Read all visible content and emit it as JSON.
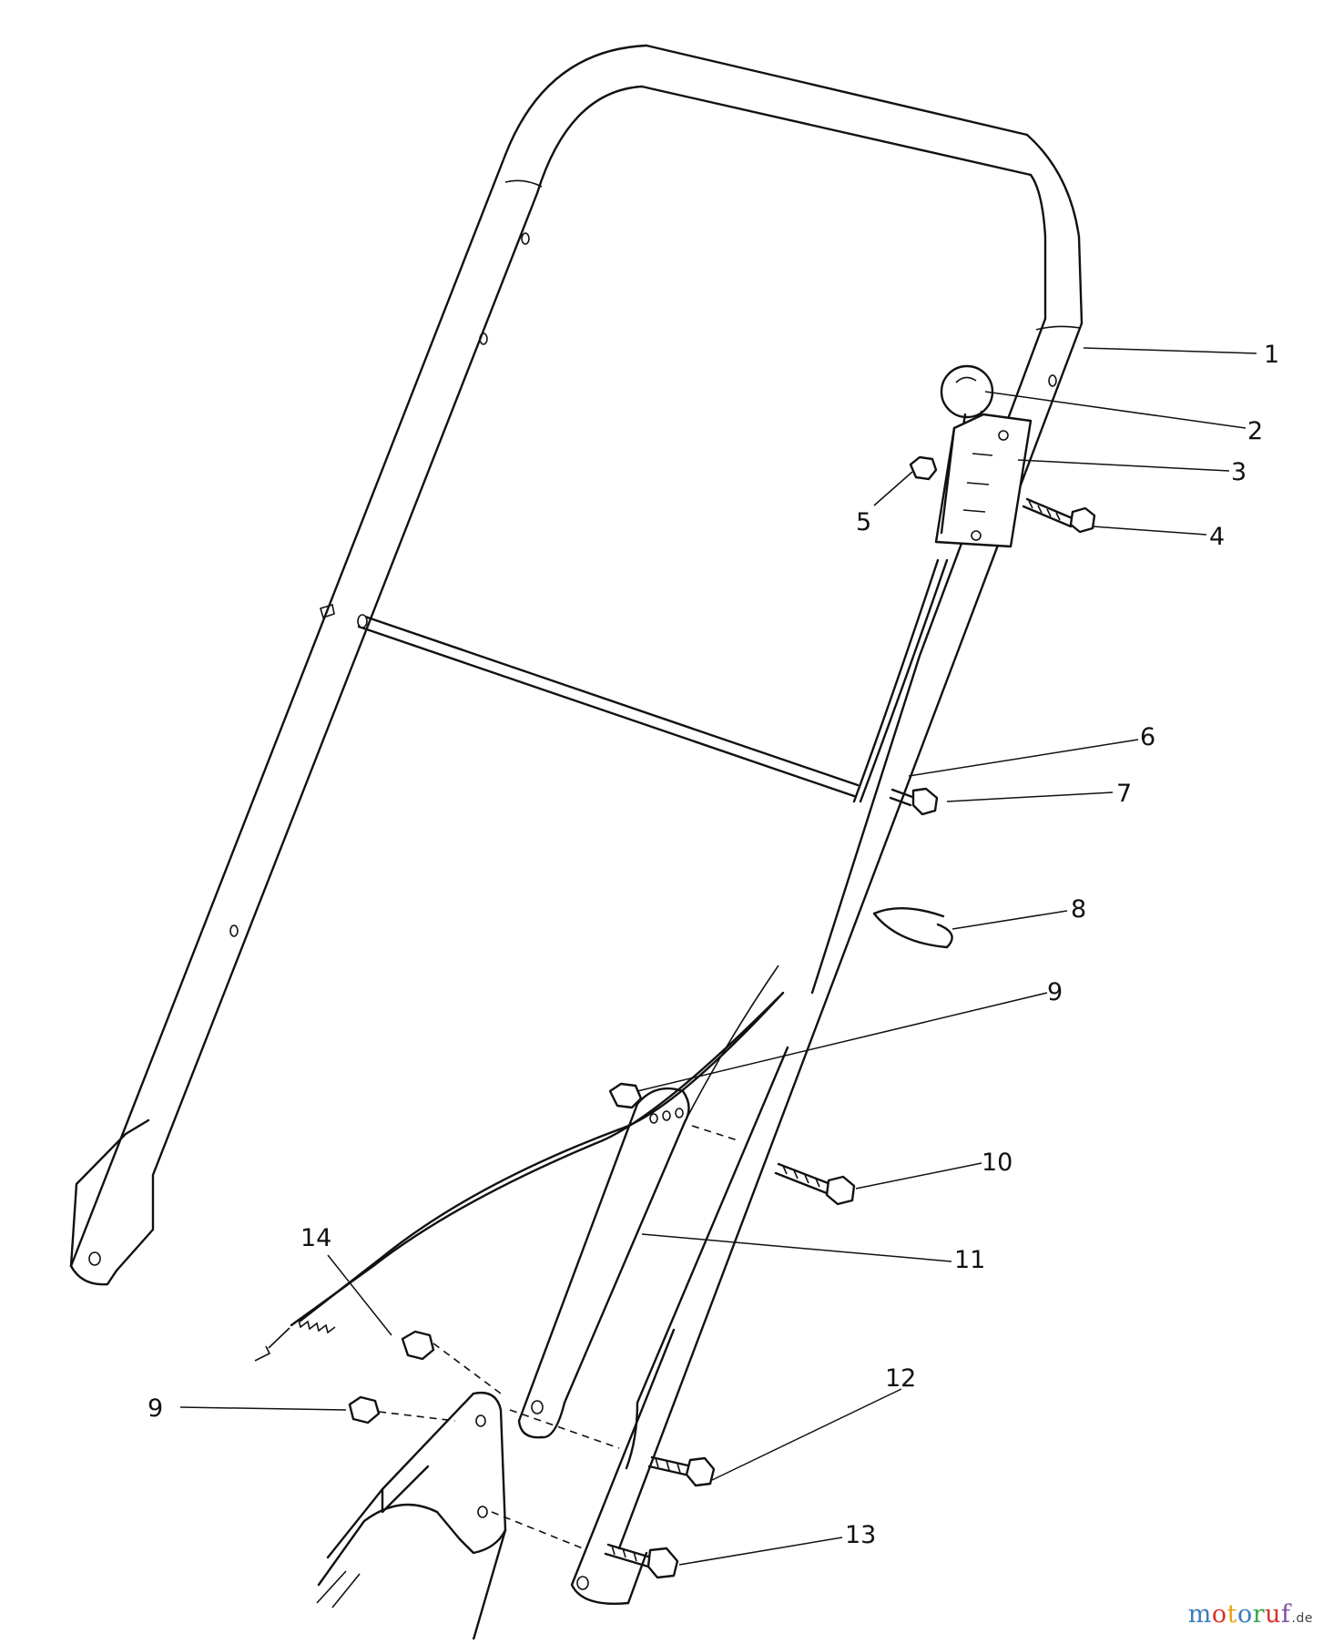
{
  "diagram": {
    "callouts": [
      "1",
      "2",
      "3",
      "4",
      "5",
      "6",
      "7",
      "8",
      "9",
      "10",
      "11",
      "12",
      "13",
      "14",
      "9"
    ]
  },
  "watermark": {
    "letters": [
      "m",
      "o",
      "t",
      "o",
      "r",
      "u",
      "f"
    ],
    "letter_colors": [
      "#3a7bbf",
      "#d9342b",
      "#e8a317",
      "#3a7bbf",
      "#3aa34a",
      "#d9342b",
      "#7a4fa0"
    ],
    "tld": ".de"
  }
}
